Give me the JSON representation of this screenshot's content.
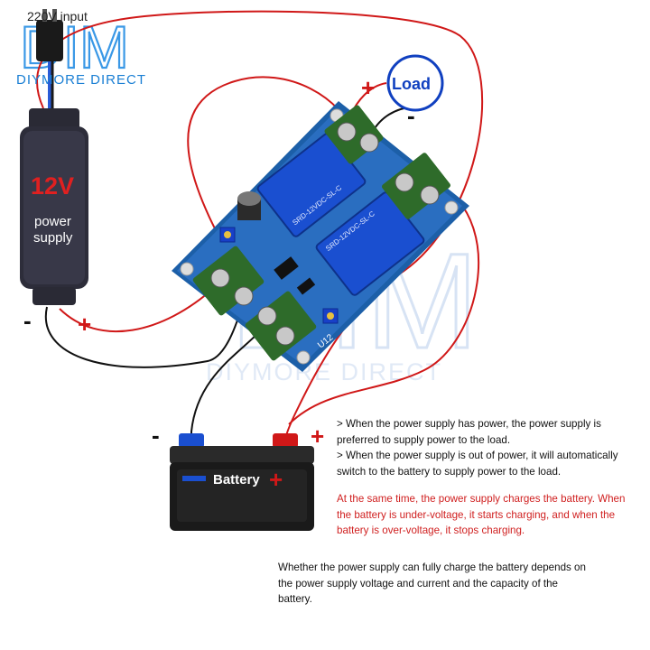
{
  "header": {
    "input_label": "220V input",
    "logo_text": "DIM",
    "logo_subtitle": "DIYMORE DIRECT",
    "watermark_text": "DIM",
    "watermark_subtitle": "DIYMORE DIRECT"
  },
  "power_supply": {
    "voltage": "12V",
    "label_line1": "power",
    "label_line2": "supply",
    "minus": "-",
    "plus": "+"
  },
  "load": {
    "label": "Load",
    "plus": "+",
    "minus": "-"
  },
  "battery": {
    "label": "Battery",
    "minus": "-",
    "plus": "+",
    "body_minus": "-",
    "body_plus": "+"
  },
  "board": {
    "relay_top_text": "SRD-12VDC-SL-C",
    "relay_bottom_text": "SRD-12VDC-SL-C",
    "silkscreen": "U12"
  },
  "description": {
    "line1": "> When the power supply has power, the power supply is preferred to supply power to the load.",
    "line2": "> When the power supply is out of power, it will automatically switch to the battery to supply power to the load.",
    "note_red": "At the same time, the power supply charges the battery. When the battery is under-voltage, it starts charging, and when the battery is over-voltage, it stops charging.",
    "note_footer": "Whether the power supply can fully charge the battery depends on the power supply voltage and current and the capacity of the battery."
  },
  "colors": {
    "wire_red": "#d01818",
    "wire_black": "#111111",
    "board_blue": "#1c5fa8",
    "relay_blue": "#1a4fd0",
    "terminal_green": "#2e6b2a",
    "logo_blue": "#1a7fd4",
    "load_circle": "#1040c0",
    "text_red": "#d02020"
  }
}
